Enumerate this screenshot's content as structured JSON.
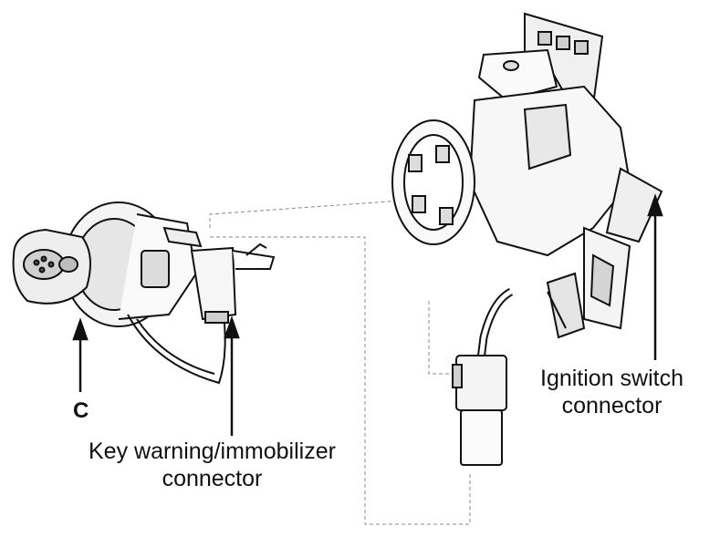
{
  "labels": {
    "c": "C",
    "key_warning_line1": "Key warning/immobilizer",
    "key_warning_line2": "connector",
    "ignition_line1": "Ignition switch",
    "ignition_line2": "connector"
  },
  "colors": {
    "line": "#111111",
    "fill": "#ffffff",
    "shade": "#cfcfcf",
    "dark": "#555555"
  }
}
